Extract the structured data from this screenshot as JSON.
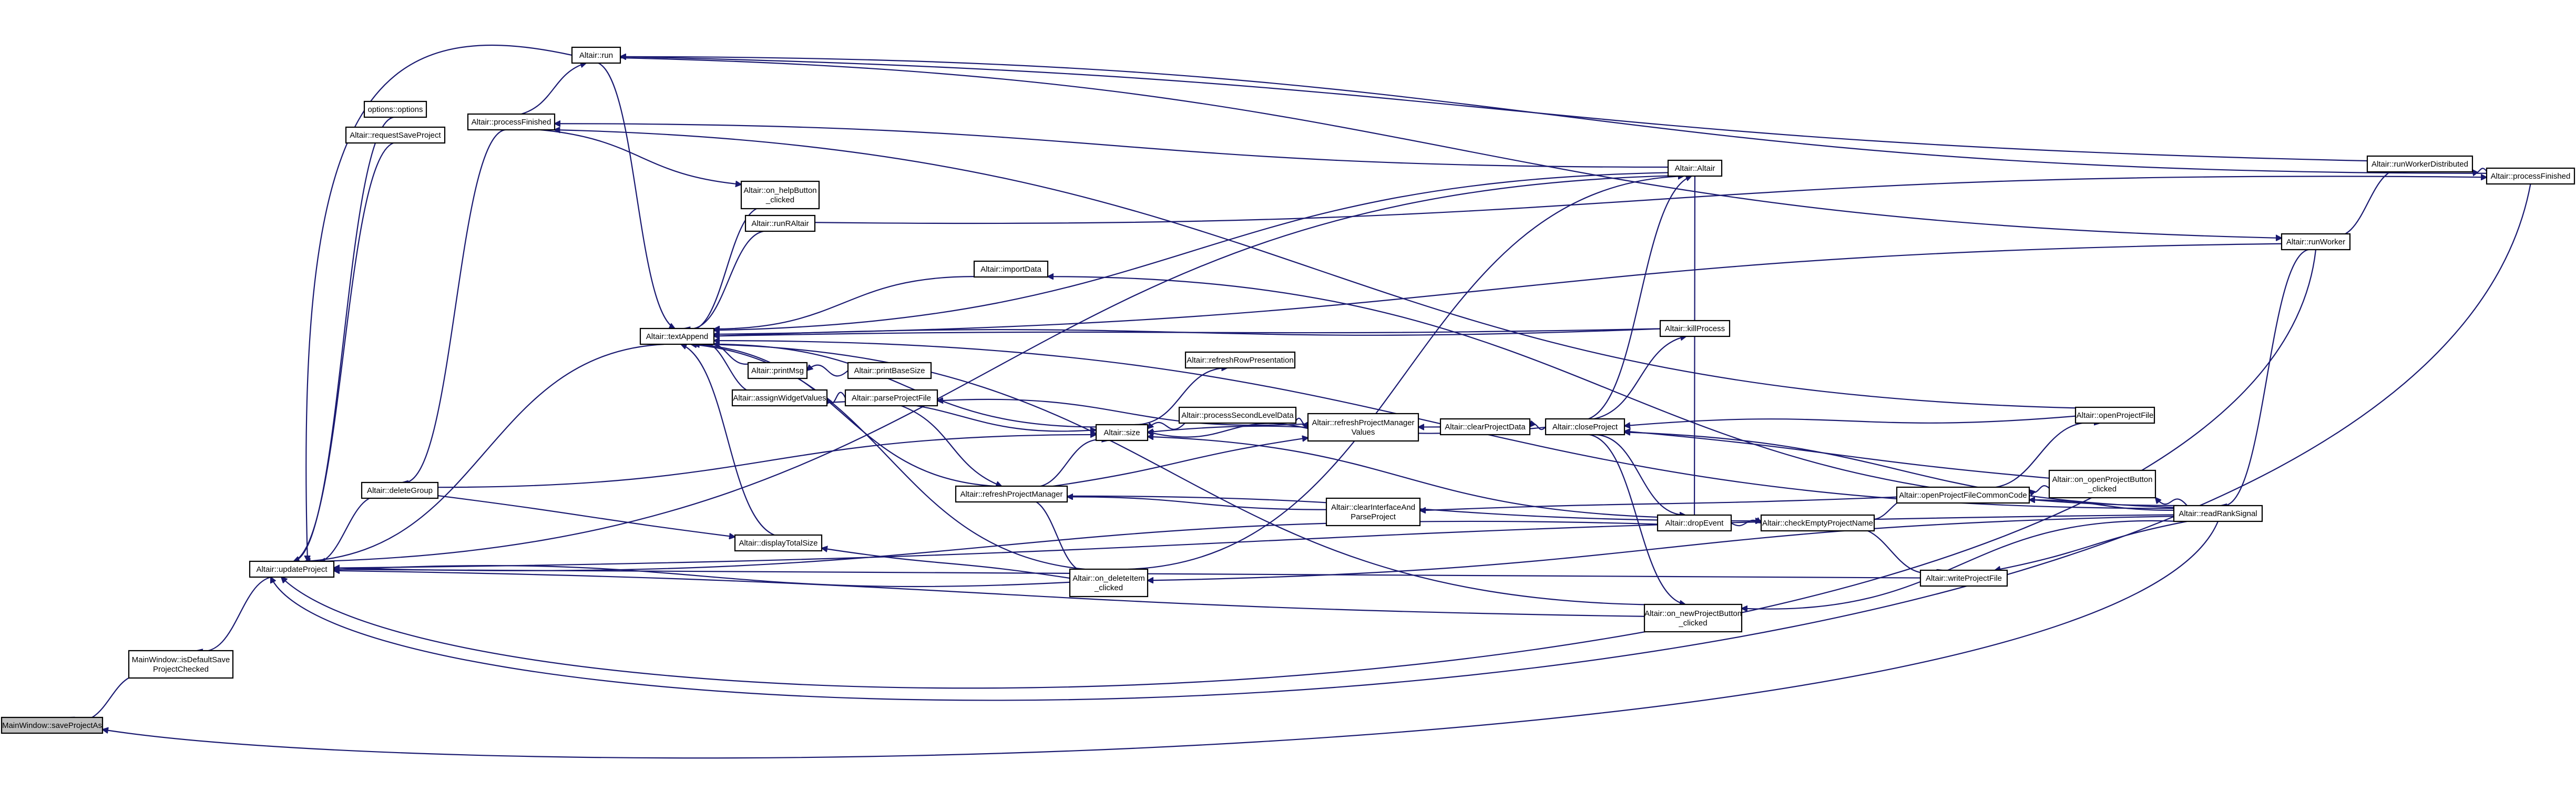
{
  "nodes": {
    "save_project_as": [
      "MainWindow::saveProjectAs"
    ],
    "is_default_save": [
      "MainWindow::isDefaultSave",
      "ProjectChecked"
    ],
    "update_project": [
      "Altair::updateProject"
    ],
    "delete_group": [
      "Altair::deleteGroup"
    ],
    "options": [
      "options::options"
    ],
    "request_save_project": [
      "Altair::requestSaveProject"
    ],
    "process_finished": [
      "Altair::processFinished"
    ],
    "run": [
      "Altair::run"
    ],
    "text_append": [
      "Altair::textAppend"
    ],
    "on_help_button": [
      "Altair::on_helpButton",
      "_clicked"
    ],
    "run_r_altair": [
      "Altair::runRAltair"
    ],
    "import_data": [
      "Altair::importData"
    ],
    "print_msg": [
      "Altair::printMsg"
    ],
    "print_base_size": [
      "Altair::printBaseSize"
    ],
    "assign_widget_values": [
      "Altair::assignWidgetValues"
    ],
    "parse_project_file": [
      "Altair::parseProjectFile"
    ],
    "display_total_size": [
      "Altair::displayTotalSize"
    ],
    "refresh_project_manager": [
      "Altair::refreshProjectManager"
    ],
    "size": [
      "Altair::size"
    ],
    "refresh_row_presentation": [
      "Altair::refreshRowPresentation"
    ],
    "process_second_level_data": [
      "Altair::processSecondLevelData"
    ],
    "refresh_pm_values": [
      "Altair::refreshProjectManager",
      "Values"
    ],
    "clear_project_data": [
      "Altair::clearProjectData"
    ],
    "close_project": [
      "Altair::closeProject"
    ],
    "clear_interface": [
      "Altair::clearInterfaceAnd",
      "ParseProject"
    ],
    "on_delete_item": [
      "Altair::on_deleteItem",
      "_clicked"
    ],
    "altair_ctor": [
      "Altair::Altair"
    ],
    "kill_process": [
      "Altair::killProcess"
    ],
    "drop_event": [
      "Altair::dropEvent"
    ],
    "on_new_project_button": [
      "Altair::on_newProjectButton",
      "_clicked"
    ],
    "check_empty_project_name": [
      "Altair::checkEmptyProjectName"
    ],
    "open_project_file_common": [
      "Altair::openProjectFileCommonCode"
    ],
    "write_project_file": [
      "Altair::writeProjectFile"
    ],
    "open_project_file": [
      "Altair::openProjectFile"
    ],
    "on_open_project_button": [
      "Altair::on_openProjectButton",
      "_clicked"
    ],
    "read_rankings_signal": [
      "Altair::readRankSignal"
    ],
    "run_worker": [
      "Altair::runWorker"
    ],
    "run_worker_distributed": [
      "Altair::runWorkerDistributed"
    ],
    "process_finished_2": [
      "Altair::processFinished"
    ]
  }
}
